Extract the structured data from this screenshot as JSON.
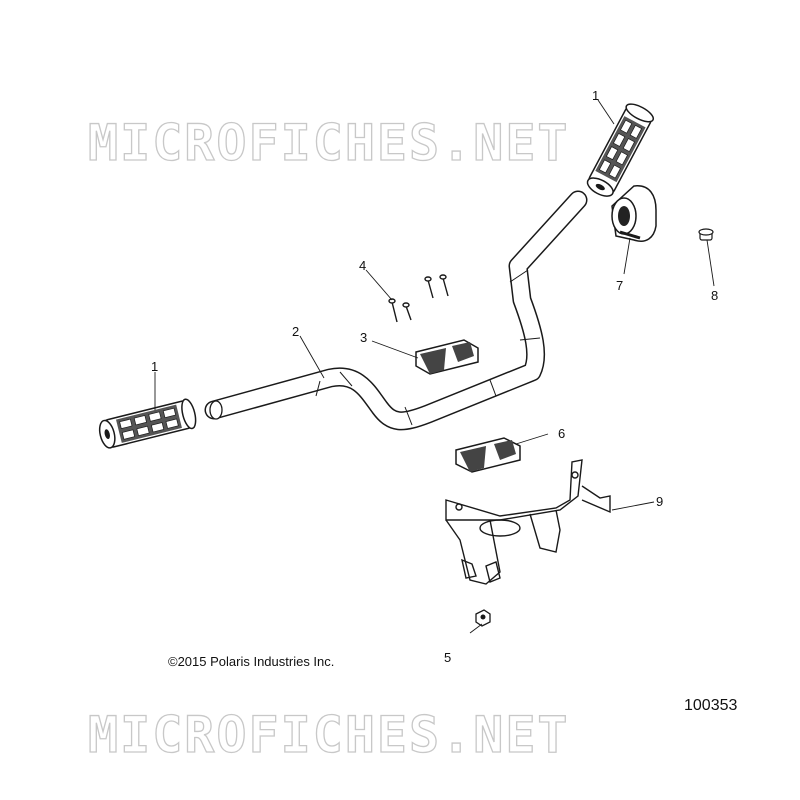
{
  "watermark": {
    "top_text": "MICROFICHES.NET",
    "bottom_text": "MICROFICHES.NET"
  },
  "copyright": "©2015 Polaris Industries Inc.",
  "diagram_number": "100353",
  "callouts": [
    {
      "id": "grip-right",
      "label": "1"
    },
    {
      "id": "grip-left",
      "label": "1"
    },
    {
      "id": "handlebar",
      "label": "2"
    },
    {
      "id": "clamp-upper",
      "label": "3"
    },
    {
      "id": "bolts",
      "label": "4"
    },
    {
      "id": "nut",
      "label": "5"
    },
    {
      "id": "clamp-lower",
      "label": "6"
    },
    {
      "id": "pad",
      "label": "7"
    },
    {
      "id": "plug",
      "label": "8"
    },
    {
      "id": "bracket",
      "label": "9"
    }
  ]
}
